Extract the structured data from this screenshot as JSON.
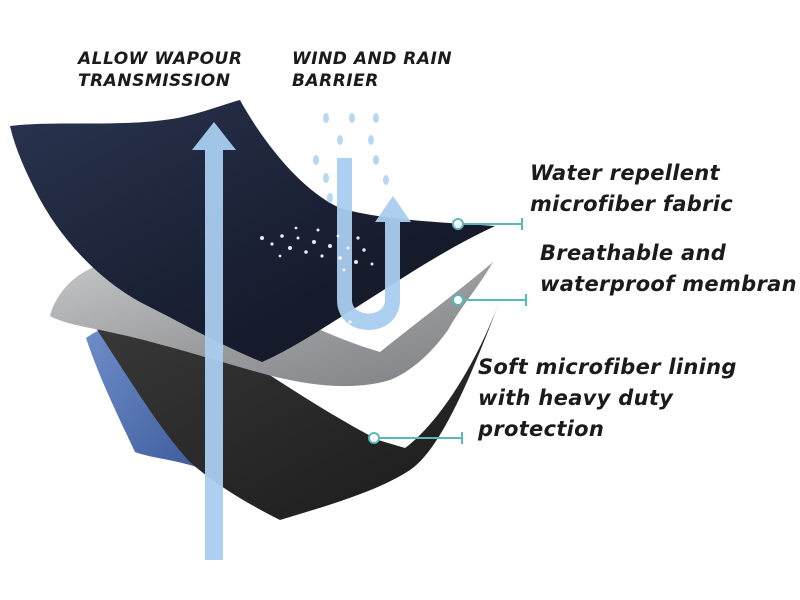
{
  "top_labels": {
    "vapour": "ALLOW WAPOUR\nTRANSMISSION",
    "barrier": "WIND AND RAIN\nBARRIER"
  },
  "layers": [
    {
      "label": "Water repellent\nmicrofiber fabric",
      "color": "#1c2235"
    },
    {
      "label": "Breathable and\nwaterproof membran",
      "color": "#9a9c9e"
    },
    {
      "label": "Soft microfiber lining\nwith heavy duty\nprotection",
      "color": "#2a2a2a"
    }
  ],
  "colors": {
    "arrow": "#a9cdef",
    "leader_line": "#5ab8b8",
    "lining_edge": "#4f6fae"
  }
}
